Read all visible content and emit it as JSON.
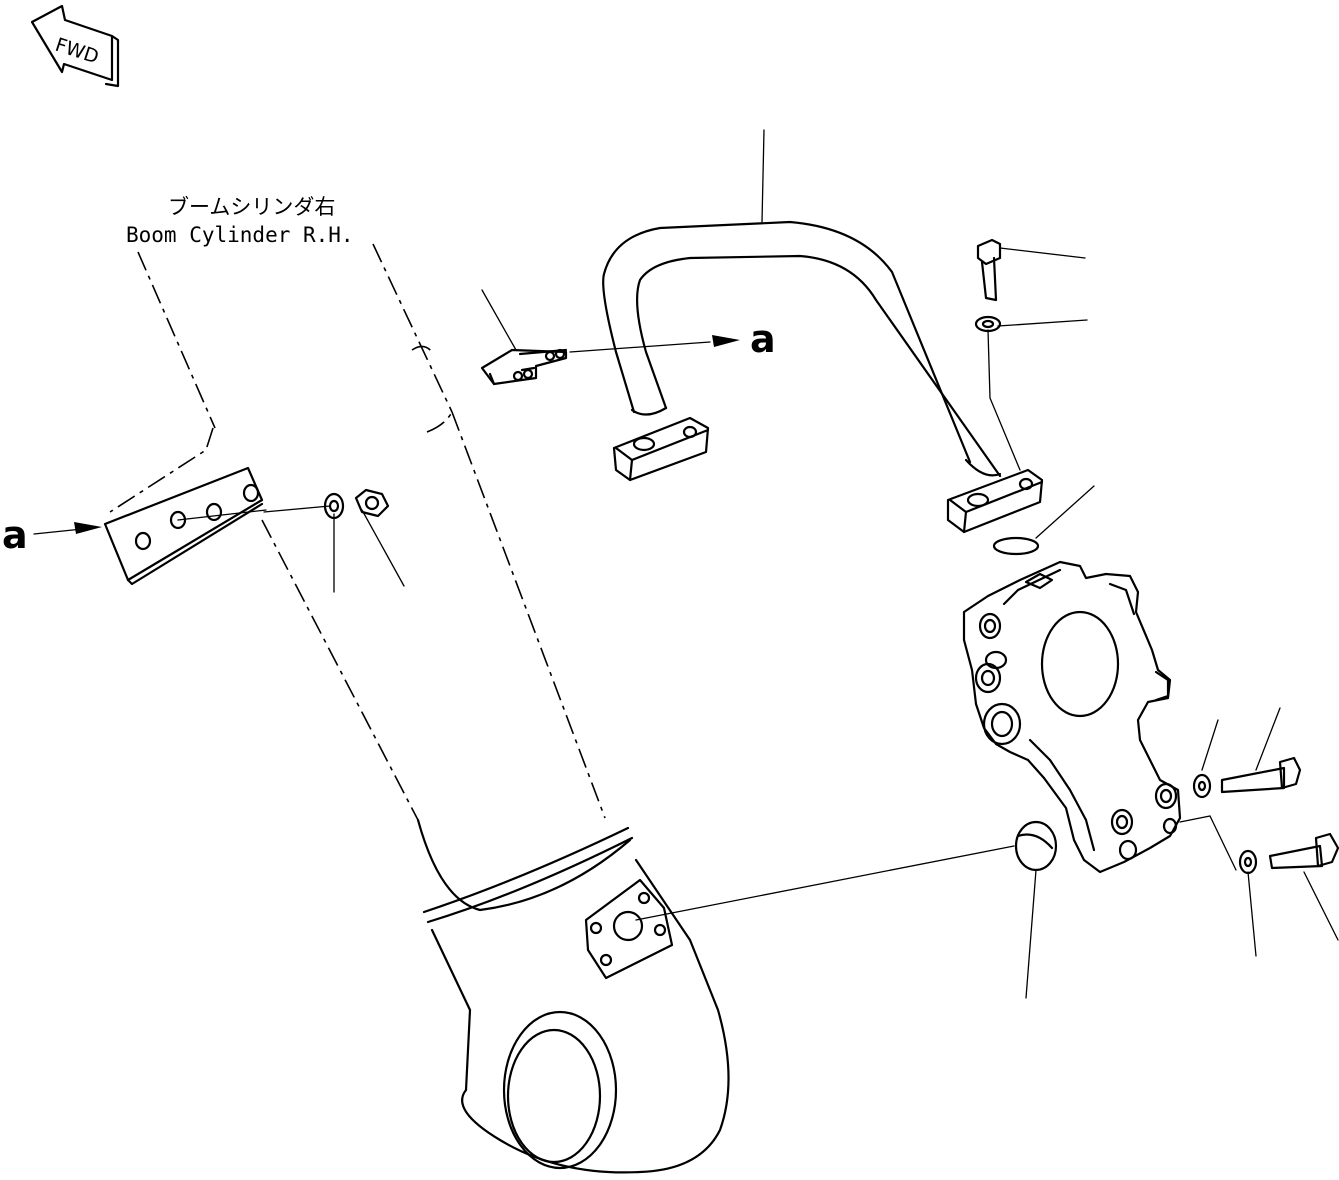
{
  "fwd_label": "FWD",
  "component_label_jp": "ブームシリンダ右",
  "component_label_en": "Boom Cylinder R.H.",
  "reference_mark_left": "a",
  "reference_mark_right": "a"
}
